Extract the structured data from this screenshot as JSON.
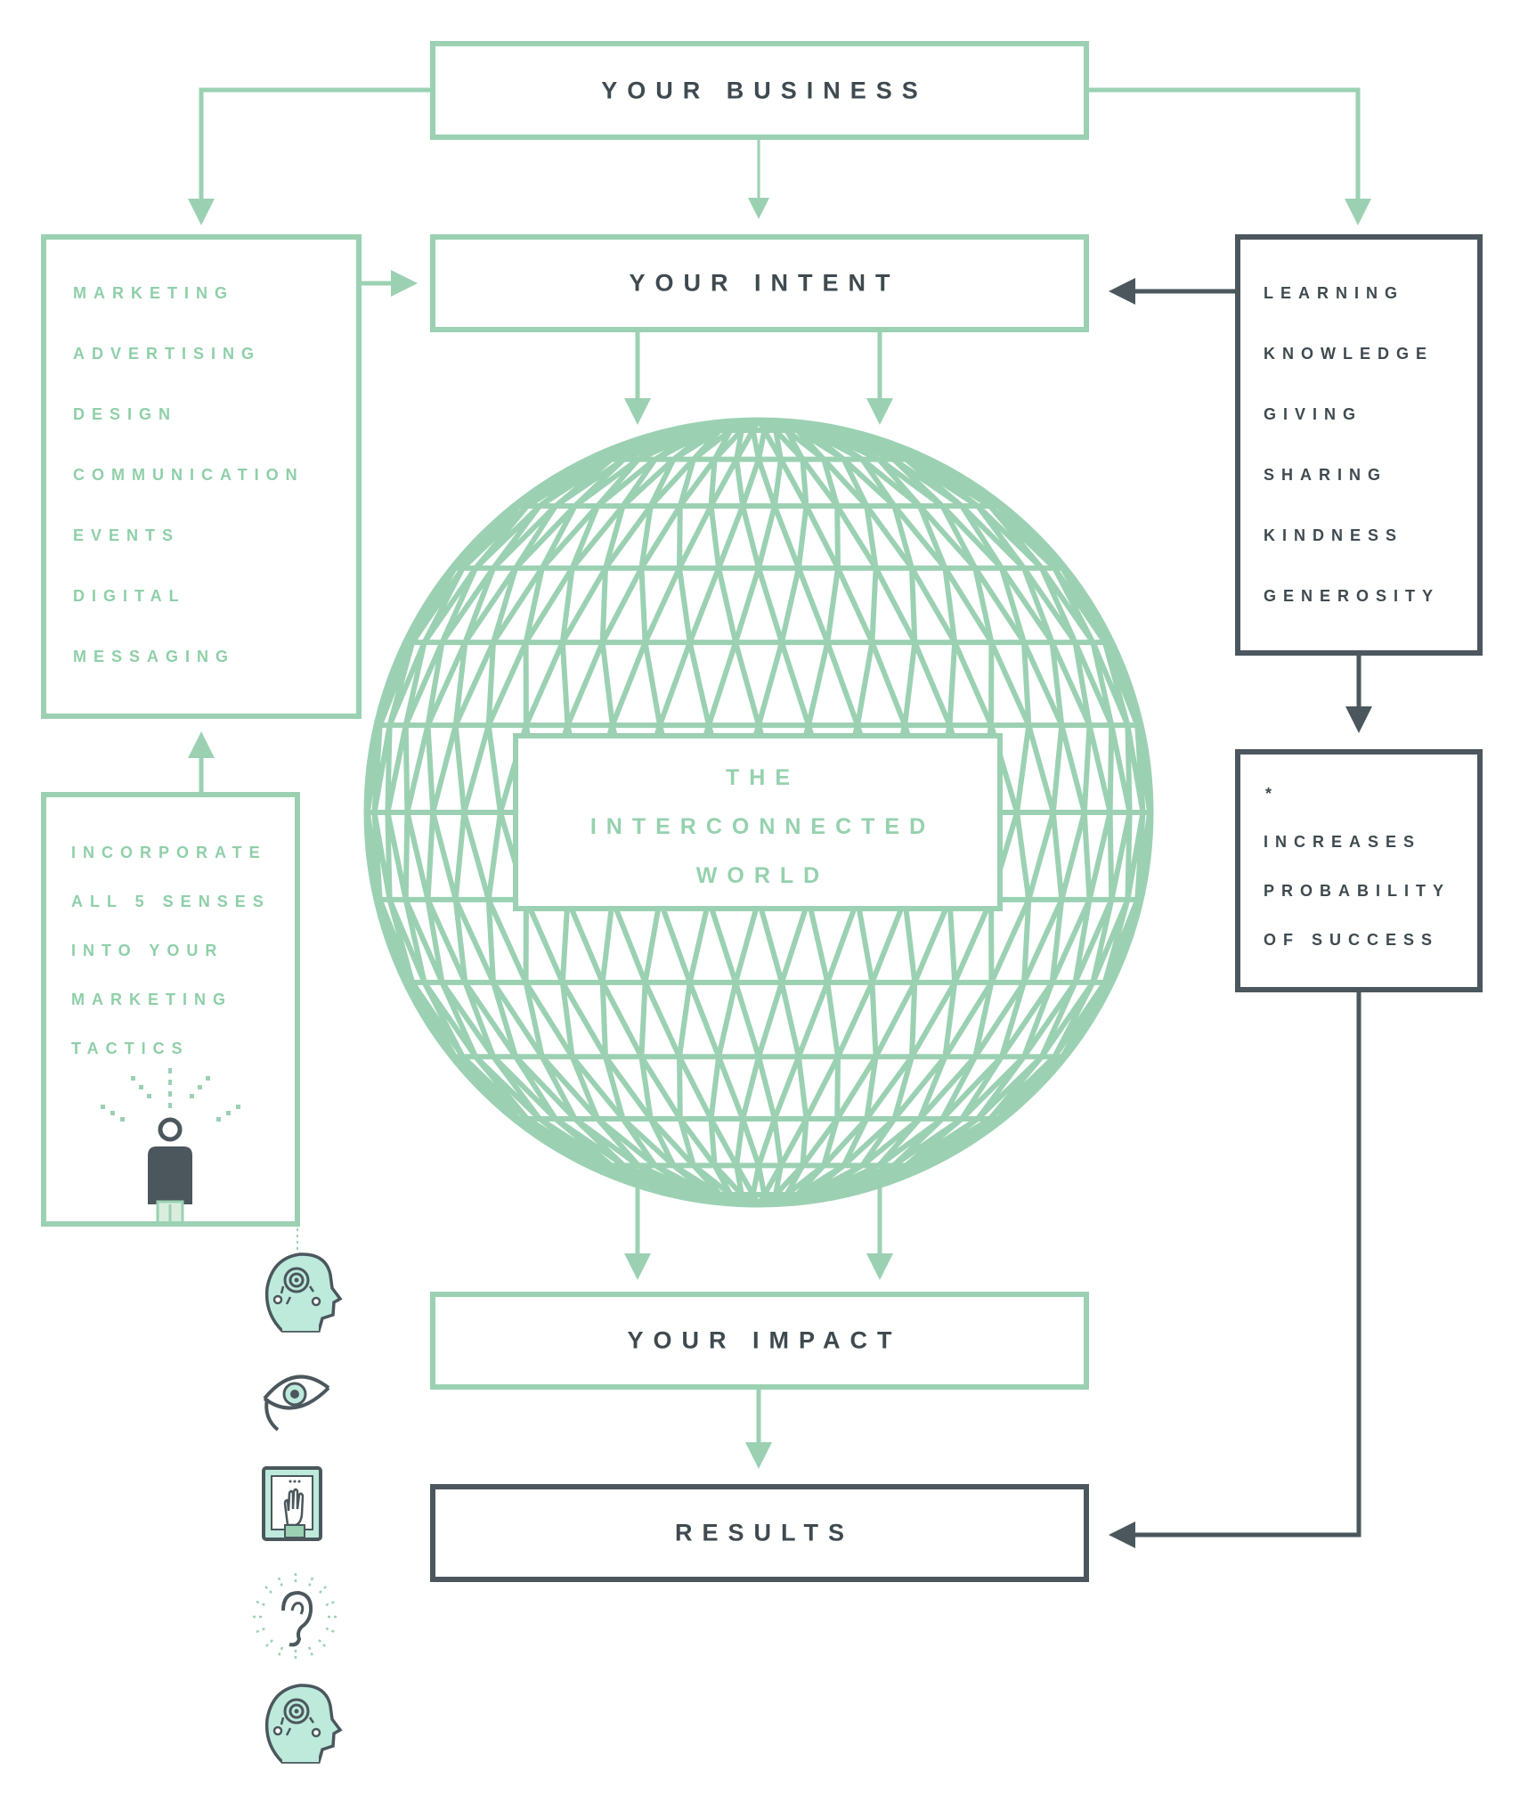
{
  "colors": {
    "green": "#9bd1b2",
    "dark": "#4b575d",
    "text_dark": "#3f4a50"
  },
  "top_box": {
    "label": "YOUR BUSINESS"
  },
  "intent_box": {
    "label": "YOUR INTENT"
  },
  "impact_box": {
    "label": "YOUR IMPACT"
  },
  "results_box": {
    "label": "RESULTS"
  },
  "center": {
    "line1": "THE",
    "line2": "INTERCONNECTED",
    "line3": "WORLD"
  },
  "left_list": [
    "MARKETING",
    "ADVERTISING",
    "DESIGN",
    "COMMUNICATION",
    "EVENTS",
    "DIGITAL",
    "MESSAGING"
  ],
  "right_list": [
    "LEARNING",
    "KNOWLEDGE",
    "GIVING",
    "SHARING",
    "KINDNESS",
    "GENEROSITY"
  ],
  "senses_text": [
    "INCORPORATE",
    "ALL 5 SENSES",
    "INTO YOUR",
    "MARKETING",
    "TACTICS"
  ],
  "probability": {
    "asterisk": "*",
    "lines": [
      "INCREASES",
      "PROBABILITY",
      "OF SUCCESS"
    ]
  },
  "icons": [
    "person-icon",
    "head-mind-icon",
    "eye-icon",
    "touch-tablet-icon",
    "ear-icon",
    "head-mind-icon"
  ]
}
